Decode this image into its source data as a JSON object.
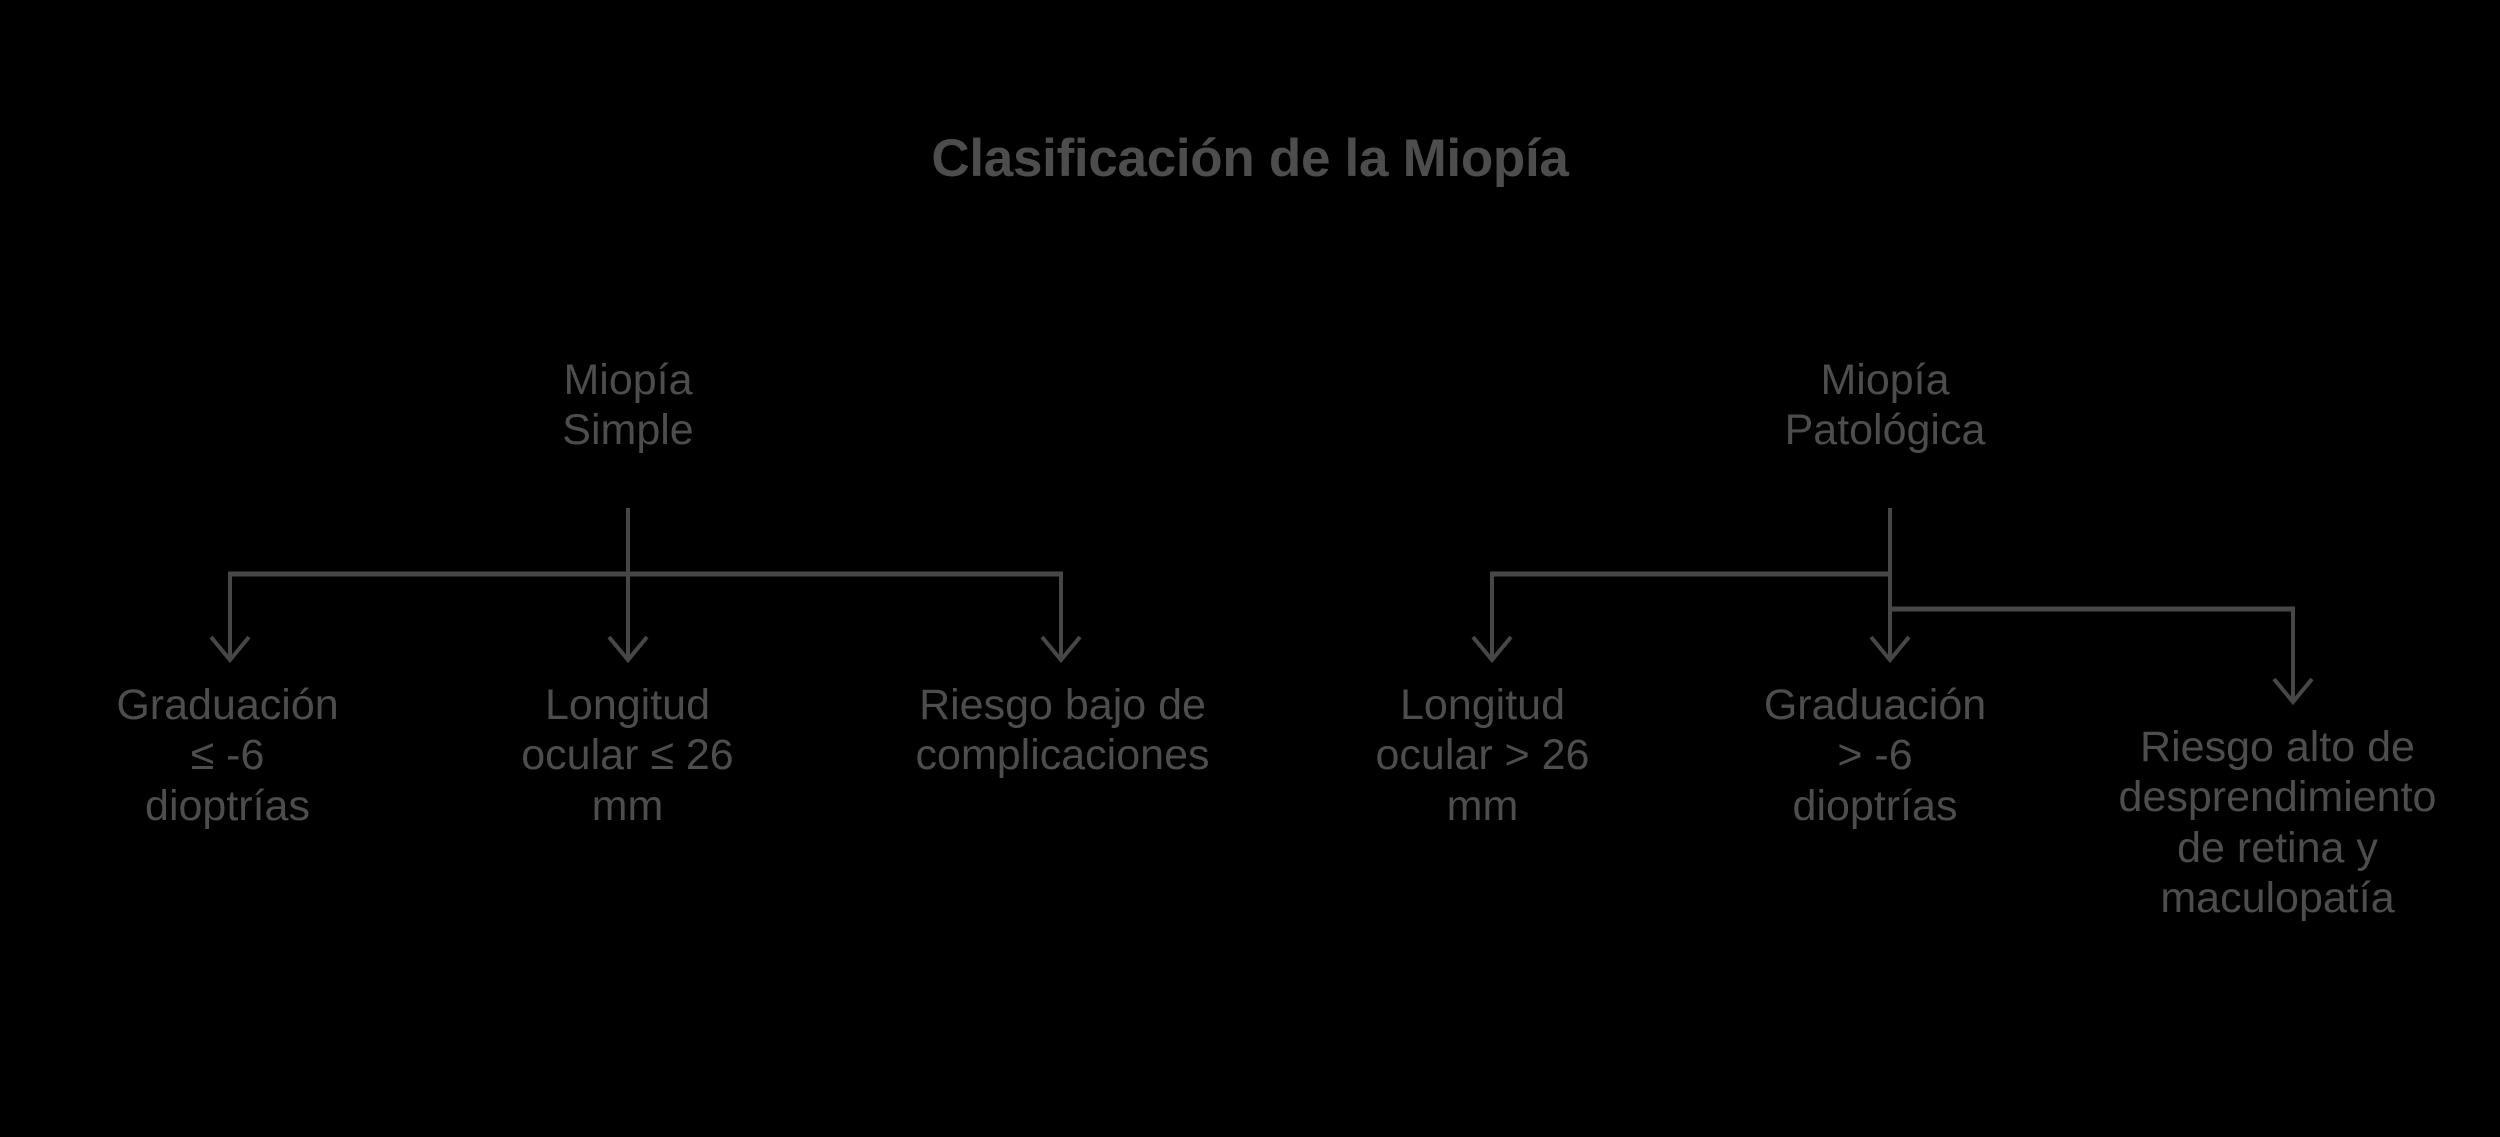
{
  "diagram": {
    "title": "Clasificación de la Miopía",
    "background_color": "#000000",
    "text_color": "#4d4d4d",
    "line_color": "#474747",
    "branches": [
      {
        "id": "miopia-simple",
        "root_label": "Miopía\nSimple",
        "children": [
          {
            "id": "graduacion-baja",
            "label": "Graduación\n≤ -6\ndioptrías"
          },
          {
            "id": "longitud-baja",
            "label": "Longitud\nocular ≤ 26\nmm"
          },
          {
            "id": "riesgo-bajo",
            "label": "Riesgo bajo de\ncomplicaciones"
          }
        ]
      },
      {
        "id": "miopia-patologica",
        "root_label": "Miopía\nPatológica",
        "children": [
          {
            "id": "longitud-alta",
            "label": "Longitud\nocular > 26\nmm"
          },
          {
            "id": "graduacion-alta",
            "label": "Graduación\n> -6\ndioptrías"
          },
          {
            "id": "riesgo-alto",
            "label": "Riesgo alto de\ndesprendimiento\nde retina y\nmaculopatía"
          }
        ]
      }
    ]
  }
}
